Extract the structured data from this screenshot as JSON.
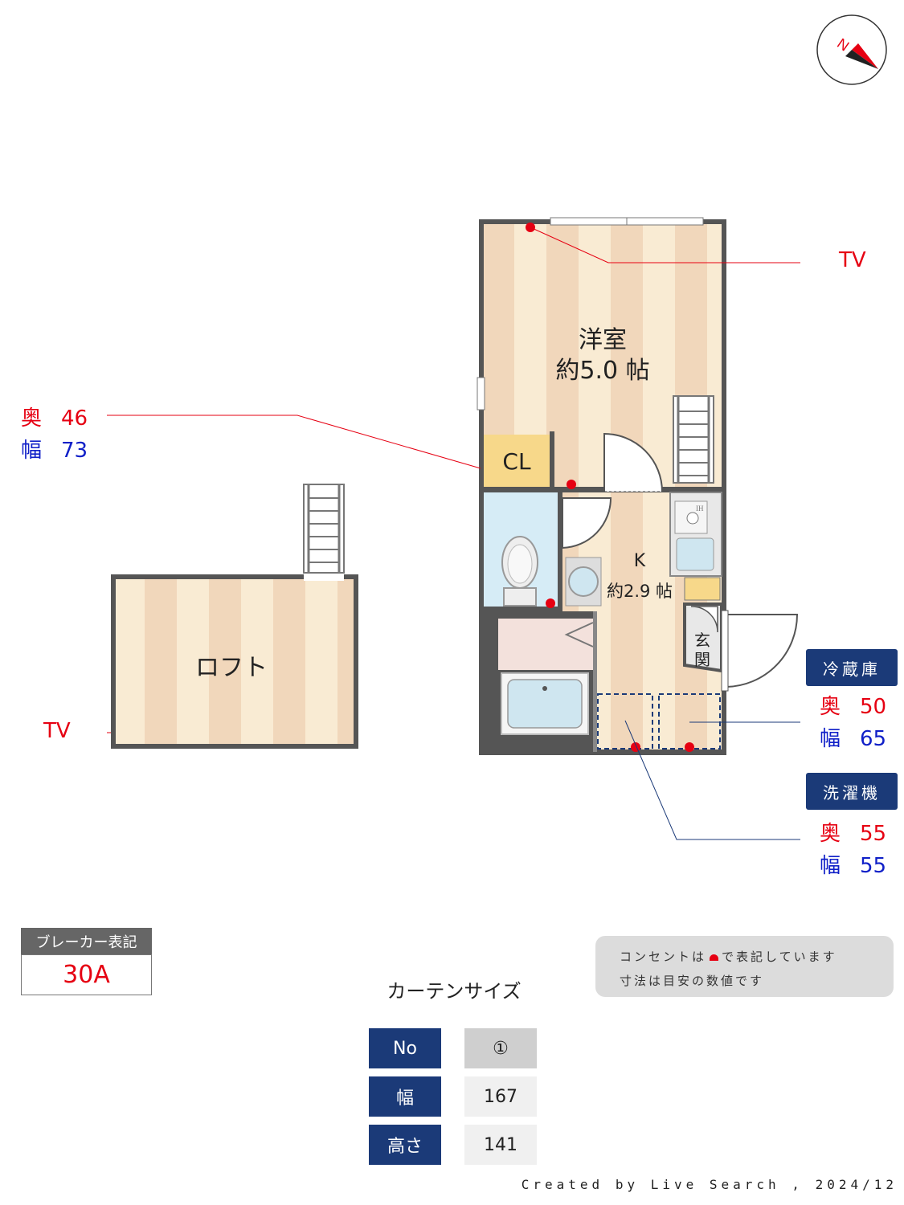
{
  "rooms": {
    "western": {
      "name": "洋室",
      "size": "約5.0 帖"
    },
    "kitchen": {
      "name": "K",
      "size": "約2.9 帖"
    },
    "closet": "CL",
    "entrance": "玄関",
    "loft": "ロフト",
    "ih": "IH"
  },
  "tv_labels": {
    "main": "TV",
    "loft": "TV"
  },
  "measure_left": {
    "depth_label": "奥",
    "depth": "46",
    "width_label": "幅",
    "width": "73"
  },
  "fridge": {
    "title": "冷蔵庫",
    "depth_label": "奥",
    "depth": "50",
    "width_label": "幅",
    "width": "65"
  },
  "washer": {
    "title": "洗濯機",
    "depth_label": "奥",
    "depth": "55",
    "width_label": "幅",
    "width": "55"
  },
  "breaker": {
    "label": "ブレーカー表記",
    "value": "30A"
  },
  "note": {
    "line1_prefix": "コンセントは",
    "line1_suffix": "で表記しています",
    "line2": "寸法は目安の数値です"
  },
  "curtain": {
    "title": "カーテンサイズ",
    "rows": [
      {
        "header": "No",
        "value": "①"
      },
      {
        "header": "幅",
        "value": "167"
      },
      {
        "header": "高さ",
        "value": "141"
      }
    ]
  },
  "credit": "Created by Live Search , 2024/12",
  "compass": {
    "label": "N"
  },
  "colors": {
    "red": "#e60012",
    "blue": "#1020c8",
    "navy": "#1b3a78",
    "wall": "#555555",
    "floor_light": "#f9ebd3",
    "floor_dark": "#f1d7bb"
  }
}
